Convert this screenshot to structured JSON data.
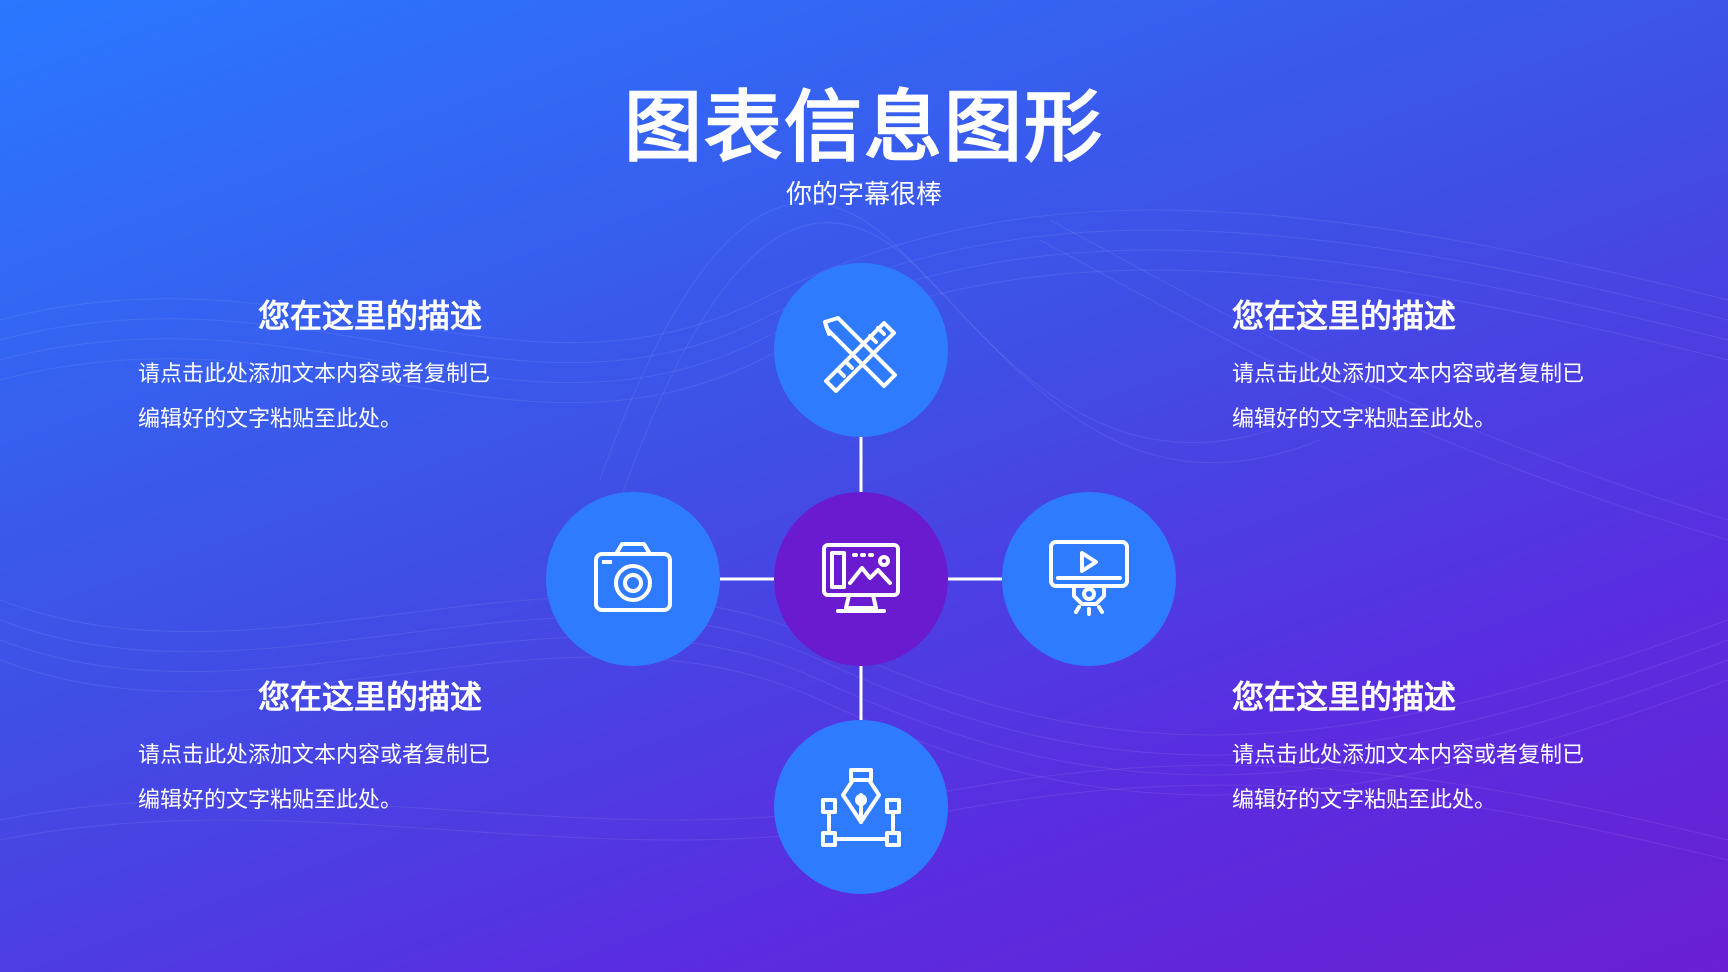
{
  "title": "图表信息图形",
  "subtitle": "你的字幕很棒",
  "items": [
    {
      "heading": "您在这里的描述",
      "text": "请点击此处添加文本内容或者复制已编辑好的文字粘贴至此处。"
    },
    {
      "heading": "您在这里的描述",
      "text": "请点击此处添加文本内容或者复制已编辑好的文字粘贴至此处。"
    },
    {
      "heading": "您在这里的描述",
      "text": "请点击此处添加文本内容或者复制已编辑好的文字粘贴至此处。"
    },
    {
      "heading": "您在这里的描述",
      "text": "请点击此处添加文本内容或者复制已编辑好的文字粘贴至此处。"
    }
  ],
  "nodes": {
    "center": {
      "icon": "monitor-design-icon",
      "color": "#6a1bd0"
    },
    "top": {
      "icon": "pencil-ruler-icon",
      "color": "#2f7bff"
    },
    "left": {
      "icon": "camera-icon",
      "color": "#2f7bff"
    },
    "right": {
      "icon": "video-settings-icon",
      "color": "#2f7bff"
    },
    "bottom": {
      "icon": "pen-tool-icon",
      "color": "#2f7bff"
    }
  },
  "colors": {
    "connector": "#ffffff",
    "text": "#ffffff"
  }
}
